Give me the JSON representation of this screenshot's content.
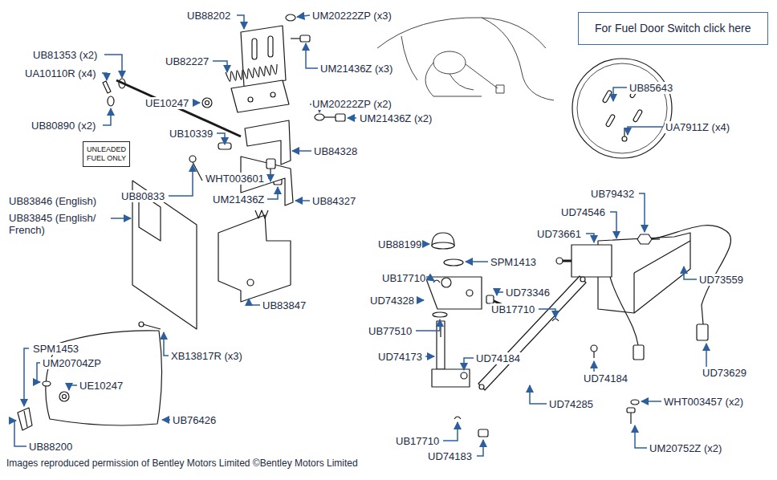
{
  "diagram": {
    "caption": "Images reproduced permission of Bentley Motors Limited ©Bentley Motors Limited",
    "nodes": [
      {
        "text": [
          "For Fuel Door Switch click here"
        ]
      },
      {
        "text": [
          "UNLEADED FUEL ONLY"
        ]
      }
    ],
    "labels": [
      "UB88202",
      "UM20222ZP (x3)",
      "UB81353 (x2)",
      "UA10110R (x4)",
      "UB82227",
      "UM21436Z (x3)",
      "UE10247",
      "UM20222ZP (x2)",
      "UB80890 (x2)",
      "UM21436Z (x2)",
      "UB10339",
      "UB84328",
      "WHT003601",
      "UB80833",
      "UM21436Z",
      "UB84327",
      "UB83846 (English)",
      "UB83845 (English/ French)",
      "UB83847",
      "SPM1453",
      "UM20704ZP",
      "UE10247",
      "XB13817R (x3)",
      "UB76426",
      "UB88200",
      "UB85643",
      "UA7911Z (x4)",
      "UB79432",
      "UD74546",
      "UD73661",
      "UB88199",
      "SPM1413",
      "UB17710",
      "UD73559",
      "UD73346",
      "UD74328",
      "UB17710",
      "UB77510",
      "UD74173",
      "UD74184",
      "UD73629",
      "UD74184",
      "WHT003457 (x2)",
      "UD74285",
      "UB17710",
      "UM20752Z (x2)",
      "UD74183"
    ]
  }
}
